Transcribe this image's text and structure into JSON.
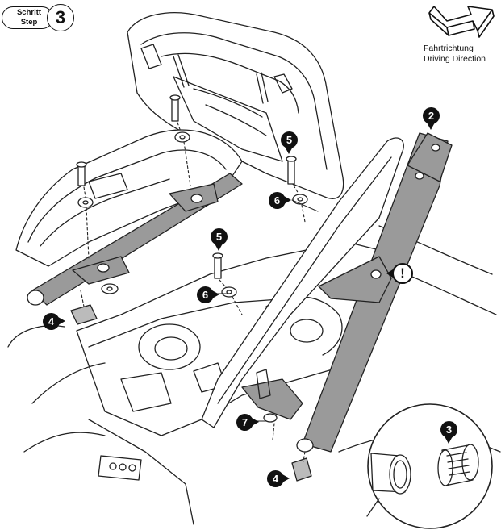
{
  "step": {
    "word_top": "Schritt",
    "word_bottom": "Step",
    "number": "3"
  },
  "direction": {
    "line1": "Fahrtrichtung",
    "line2": "Driving Direction",
    "icon": "arrow-icon"
  },
  "callouts": [
    {
      "id": "callout-2",
      "label": "2"
    },
    {
      "id": "callout-3",
      "label": "3"
    },
    {
      "id": "callout-4-left",
      "label": "4"
    },
    {
      "id": "callout-4-bottom",
      "label": "4"
    },
    {
      "id": "callout-5-upper",
      "label": "5"
    },
    {
      "id": "callout-5-lower",
      "label": "5"
    },
    {
      "id": "callout-6-upper",
      "label": "6"
    },
    {
      "id": "callout-6-lower",
      "label": "6"
    },
    {
      "id": "callout-7",
      "label": "7"
    }
  ],
  "warning": {
    "symbol": "!"
  },
  "colors": {
    "ink": "#111111",
    "rack_fill": "#9a9a9a",
    "background": "#ffffff"
  }
}
